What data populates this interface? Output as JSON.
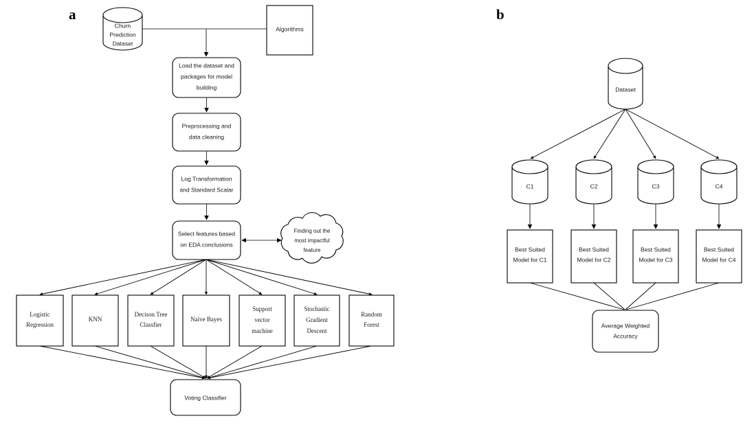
{
  "figure": {
    "panels": [
      {
        "id": "a",
        "label": "a"
      },
      {
        "id": "b",
        "label": "b"
      }
    ]
  },
  "panel_a": {
    "label": "a",
    "nodes": {
      "dataset_cylinder": {
        "text_lines": [
          "Churn",
          "Prediction",
          "Dataset"
        ],
        "shape": "cylinder"
      },
      "algorithms": {
        "text_lines": [
          "Algorithms"
        ],
        "shape": "rectangle"
      },
      "load_dataset": {
        "text_lines": [
          "Load the dataset and",
          "packages for model",
          "building"
        ],
        "shape": "rounded-rectangle"
      },
      "preprocessing": {
        "text_lines": [
          "Preprocessing and",
          "data cleaning"
        ],
        "shape": "rounded-rectangle"
      },
      "log_transform": {
        "text_lines": [
          "Log Transformation",
          "and Standard Scalar"
        ],
        "shape": "rounded-rectangle"
      },
      "select_features": {
        "text_lines": [
          "Select features based",
          "on EDA conclusions"
        ],
        "shape": "rounded-rectangle"
      },
      "finding_cloud": {
        "text_lines": [
          "Finding out the",
          "most impactful",
          "feature"
        ],
        "shape": "cloud"
      },
      "voting_classifier": {
        "text_lines": [
          "Voting Classifier"
        ],
        "shape": "rounded-rectangle"
      }
    },
    "classifiers": [
      {
        "id": "logistic-regression",
        "text_lines": [
          "Logistic",
          "Regression"
        ]
      },
      {
        "id": "knn",
        "text_lines": [
          "KNN"
        ]
      },
      {
        "id": "decision-tree",
        "text_lines": [
          "Decison Tree",
          "Classfier"
        ]
      },
      {
        "id": "naive-bayes",
        "text_lines": [
          "Naive Bayes"
        ]
      },
      {
        "id": "support-vector-machine",
        "text_lines": [
          "Support",
          "vector",
          "machine"
        ]
      },
      {
        "id": "stochastic-gradient-descent",
        "text_lines": [
          "Stochastic",
          "Gradient",
          "Descent"
        ]
      },
      {
        "id": "random-forest",
        "text_lines": [
          "Random",
          "Forest"
        ]
      }
    ]
  },
  "panel_b": {
    "label": "b",
    "nodes": {
      "dataset": {
        "text_lines": [
          "Dataset"
        ],
        "shape": "cylinder"
      },
      "average_accuracy": {
        "text_lines": [
          "Average Weighted",
          "Accuracy"
        ],
        "shape": "rounded-rectangle"
      }
    },
    "clusters": [
      {
        "id": "c1",
        "label": "C1",
        "model_lines": [
          "Best Suited",
          "Model for C1"
        ]
      },
      {
        "id": "c2",
        "label": "C2",
        "model_lines": [
          "Best Suited",
          "Model for C2"
        ]
      },
      {
        "id": "c3",
        "label": "C3",
        "model_lines": [
          "Best Suited",
          "Model for C3"
        ]
      },
      {
        "id": "c4",
        "label": "C4",
        "model_lines": [
          "Best Suited",
          "Model for C4"
        ]
      }
    ]
  },
  "colors": {
    "background": "#ffffff",
    "stroke": "#000000",
    "edge": "#3c3c3c",
    "text": "#1a1a1a"
  }
}
